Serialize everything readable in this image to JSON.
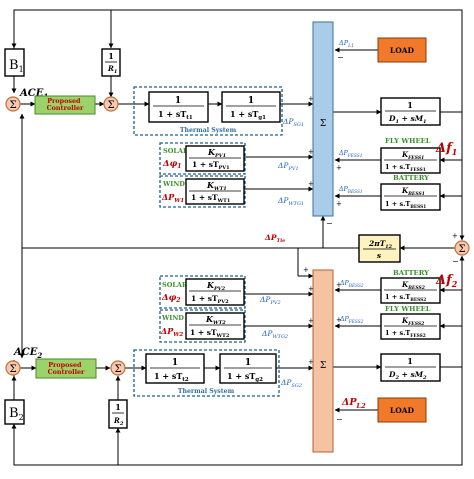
{
  "area1": {
    "bias": "B",
    "bias_sub": "1",
    "droop_num": "1",
    "droop_den": "R",
    "droop_den_sub": "1",
    "ace": "ACE",
    "ace_sub": "1",
    "controller": "Proposed Controller",
    "turbine_num": "1",
    "turbine_den": "1 + sT",
    "turbine_den_sub": "t1",
    "governor_num": "1",
    "governor_den": "1 + sT",
    "governor_den_sub": "g1",
    "thermal_label": "Thermal System",
    "p_sg": "ΔP",
    "p_sg_sub": "SG1",
    "solar_label": "SOLAR",
    "solar_phi": "Δφ",
    "solar_phi_sub": "1",
    "pv_num": "K",
    "pv_num_sub": "PV1",
    "pv_den": "1 + sT",
    "pv_den_sub": "PV1",
    "p_pv": "ΔP",
    "p_pv_sub": "PV1",
    "wind_label": "WIND",
    "wind_p": "ΔP",
    "wind_p_sub": "W1",
    "wt_num": "K",
    "wt_num_sub": "WT1",
    "wt_den": "1 + sT",
    "wt_den_sub": "WT1",
    "p_wtg": "ΔP",
    "p_wtg_sub": "WTG1",
    "p_load": "ΔP",
    "p_load_sub": "L1",
    "load_label": "LOAD",
    "mass_num": "1",
    "mass_den": "D",
    "mass_den_sub": "1",
    "mass_den_tail": " + sM",
    "mass_den_tail_sub": "1",
    "flywheel_label": "FLY WHEEL",
    "p_fess": "ΔP",
    "p_fess_sub": "FESS1",
    "fess_num": "K",
    "fess_num_sub": "FESS1",
    "fess_den": "1 + s.T",
    "fess_den_sub": "FESS1",
    "battery_label": "BATTERY",
    "p_bess": "ΔP",
    "p_bess_sub": "BESS1",
    "bess_num": "K",
    "bess_num_sub": "BESS1",
    "bess_den": "1 + s.T",
    "bess_den_sub": "BESS1",
    "df": "Δf",
    "df_sub": "1"
  },
  "tie": {
    "p_tie": "ΔP",
    "p_tie_sub": "Tie",
    "num": "2πT",
    "num_sub": "12",
    "den": "s"
  },
  "area2": {
    "bias": "B",
    "bias_sub": "2",
    "droop_num": "1",
    "droop_den": "R",
    "droop_den_sub": "2",
    "ace": "ACE",
    "ace_sub": "2",
    "controller": "Proposed Controller",
    "turbine_num": "1",
    "turbine_den": "1 + sT",
    "turbine_den_sub": "t2",
    "governor_num": "1",
    "governor_den": "1 + sT",
    "governor_den_sub": "g2",
    "thermal_label": "Thermal System",
    "p_sg": "ΔP",
    "p_sg_sub": "SG2",
    "solar_label": "SOLAR",
    "solar_phi": "Δφ",
    "solar_phi_sub": "2",
    "pv_num": "K",
    "pv_num_sub": "PV2",
    "pv_den": "1 + sT",
    "pv_den_sub": "PV2",
    "p_pv": "ΔP",
    "p_pv_sub": "PV2",
    "wind_label": "WIND",
    "wind_p": "ΔP",
    "wind_p_sub": "W2",
    "wt_num": "K",
    "wt_num_sub": "WT2",
    "wt_den": "1 + sT",
    "wt_den_sub": "WT2",
    "p_wtg": "ΔP",
    "p_wtg_sub": "WTG2",
    "p_load": "ΔP",
    "p_load_sub": "L2",
    "load_label": "LOAD",
    "mass_num": "1",
    "mass_den": "D",
    "mass_den_sub": "2",
    "mass_den_tail": " + sM",
    "mass_den_tail_sub": "2",
    "flywheel_label": "FLY WHEEL",
    "p_fess": "ΔP",
    "p_fess_sub": "FESS2",
    "fess_num": "K",
    "fess_num_sub": "FESS2",
    "fess_den": "1 + s.T",
    "fess_den_sub": "FESS2",
    "battery_label": "BATTERY",
    "p_bess": "ΔP",
    "p_bess_sub": "BESS2",
    "bess_num": "K",
    "bess_num_sub": "BESS2",
    "bess_den": "1 + s.T",
    "bess_den_sub": "BESS2",
    "df": "Δf",
    "df_sub": "2"
  },
  "symbols": {
    "sigma": "Σ",
    "plus": "+",
    "minus": "−"
  },
  "colors": {
    "line": "#000000",
    "summer_fill": "#f6c9b0",
    "summer_stroke": "#c0703a",
    "controller_fill": "#9bd36a",
    "controller_text": "#c00000",
    "load_fill": "#f07a2a",
    "bus1_fill": "#a9cde9",
    "bus2_fill": "#f6c3a2",
    "tie_block_fill": "#fdf2c0",
    "dashed_border": "#1f5f8b",
    "thermal_text": "#2e6e9e",
    "renewable_label": "#3a8f2a",
    "signal_blue": "#1f5fbf",
    "signal_red": "#c00000",
    "battery_green": "#3a8f2a"
  }
}
